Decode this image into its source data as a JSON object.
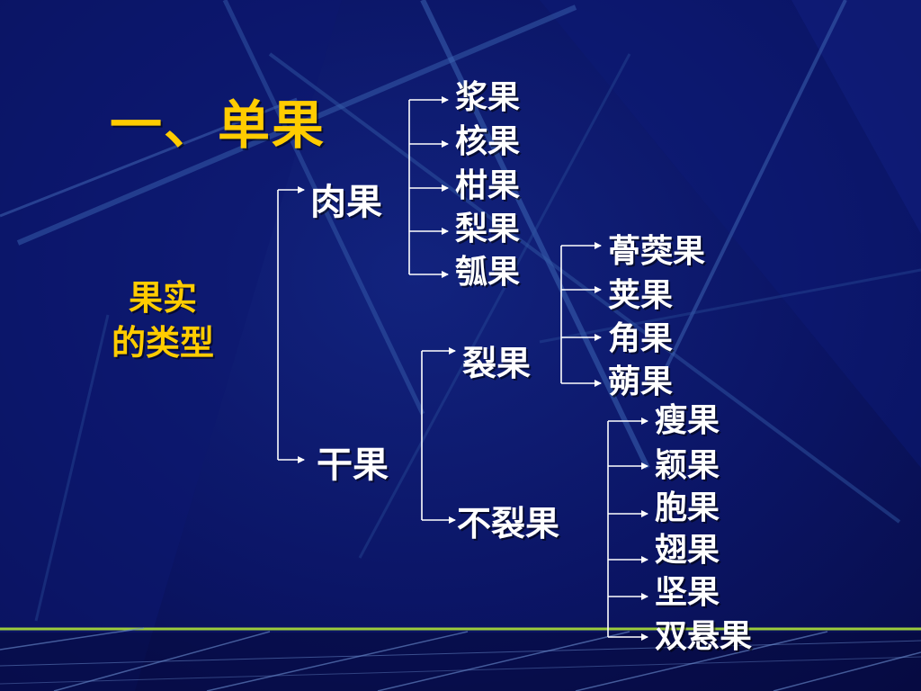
{
  "title": "一、单果",
  "category": {
    "line1": "果实",
    "line2": "的类型"
  },
  "tree": {
    "fleshy": "肉果",
    "fleshy_types": [
      "浆果",
      "核果",
      "柑果",
      "梨果",
      "瓠果"
    ],
    "dry": "干果",
    "dehiscent": "裂果",
    "dehiscent_types": [
      "蓇葖果",
      "荚果",
      "角果",
      "蒴果"
    ],
    "indehiscent": "不裂果",
    "indehiscent_types": [
      "瘦果",
      "颖果",
      "胞果",
      "翅果",
      "坚果",
      "双悬果"
    ]
  },
  "colors": {
    "background": "#0b1566",
    "text": "#ffffff",
    "accent": "#ffcc00",
    "rule": "#9ccc3c"
  }
}
